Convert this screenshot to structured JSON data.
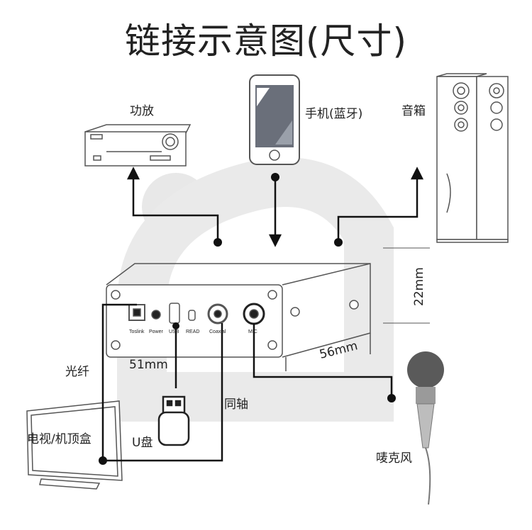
{
  "title": "链接示意图(尺寸)",
  "devices": {
    "amplifier": "功放",
    "phone": "手机(蓝牙)",
    "speakers": "音箱",
    "optical": "光纤",
    "tv": "电视/机顶盒",
    "usb": "U盘",
    "coaxial": "同轴",
    "microphone": "唛克风"
  },
  "dimensions": {
    "height": "22mm",
    "width": "51mm",
    "depth": "56mm"
  },
  "ports": {
    "toslink": "Toslink",
    "power": "Power",
    "usb": "USB",
    "read": "READ",
    "coaxial": "Coaxial",
    "mic": "MIC"
  },
  "colors": {
    "line": "#111111",
    "watermark": "#e6e6e6",
    "outline": "#555555"
  }
}
